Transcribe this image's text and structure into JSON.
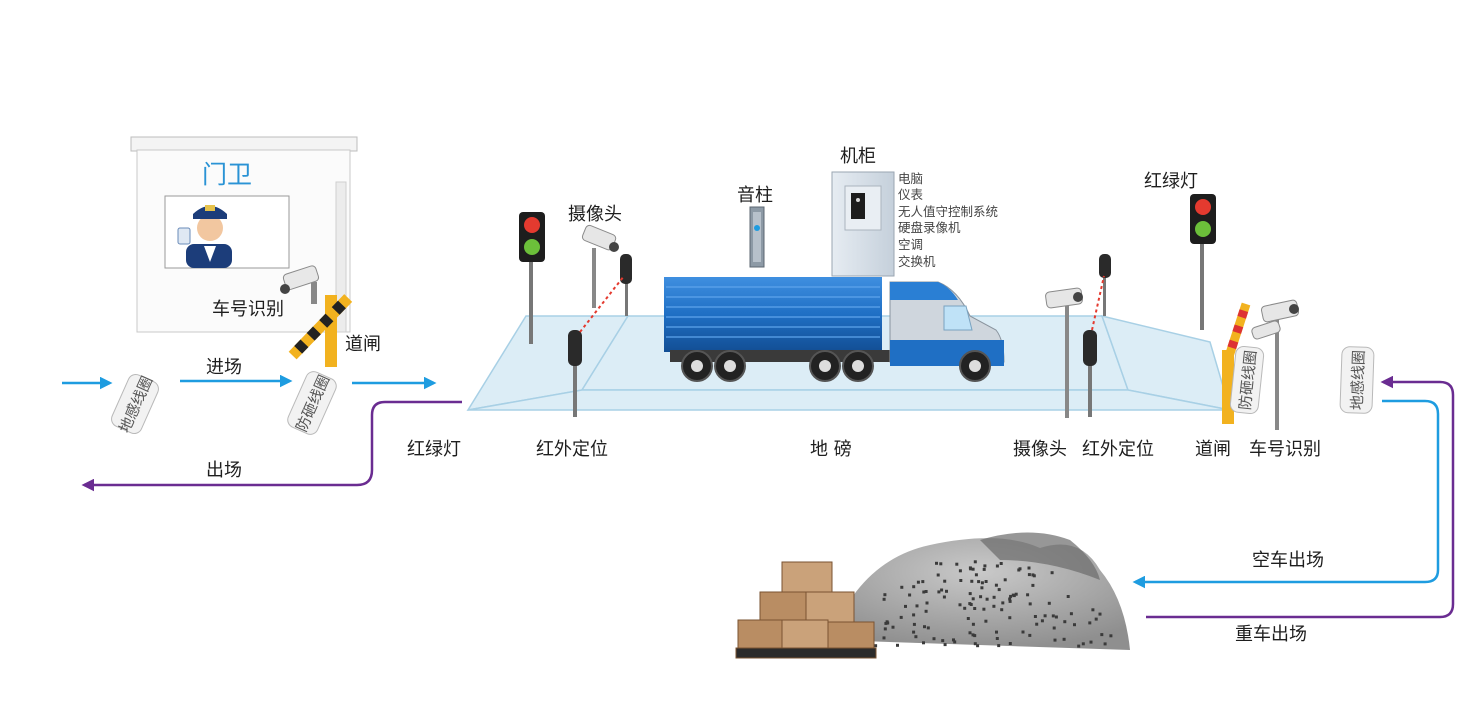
{
  "guardhouse": {
    "title": "门卫"
  },
  "labels": {
    "plate_recognition_left": "车号识别",
    "barrier_left": "道闸",
    "entry": "进场",
    "exit": "出场",
    "traffic_light_left": "红绿灯",
    "infrared_left": "红外定位",
    "weighbridge": "地 磅",
    "camera_right": "摄像头",
    "infrared_right": "红外定位",
    "barrier_right": "道闸",
    "plate_recognition_right": "车号识别",
    "camera_top": "摄像头",
    "speaker": "音柱",
    "cabinet": "机柜",
    "traffic_light_right": "红绿灯",
    "empty_exit": "空车出场",
    "loaded_exit": "重车出场"
  },
  "coils": {
    "ground_coil": "地感线圈",
    "anti_smash_coil": "防砸线圈"
  },
  "cabinet_items": [
    "电脑",
    "仪表",
    "无人值守控制系统",
    "硬盘录像机",
    "空调",
    "交换机"
  ],
  "colors": {
    "entry_arrow": "#1e9ce0",
    "exit_arrow": "#6a2c91",
    "platform": "#cfe6f2",
    "truck_trailer": "#1f6fc4",
    "guard_title": "#2a93d5"
  }
}
